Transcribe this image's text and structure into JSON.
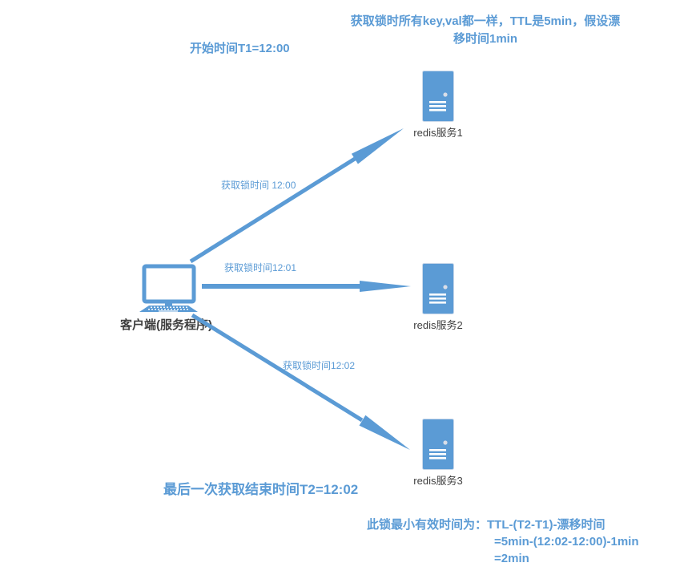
{
  "colors": {
    "accent": "#5B9BD5",
    "label_text": "#404040",
    "icon_fill": "#5B9BD5",
    "icon_border": "#C9D8EA",
    "background": "#FFFFFF"
  },
  "notes": {
    "top_line1": "获取锁时所有key,val都一样，TTL是5min，假设漂",
    "top_line2": "移时间1min",
    "start_time": "开始时间T1=12:00",
    "end_time": "最后一次获取结束时间T2=12:02"
  },
  "validity": {
    "line1": "此锁最小有效时间为：TTL-(T2-T1)-漂移时间",
    "line2": "=5min-(12:02-12:00)-1min",
    "line3": "=2min"
  },
  "client": {
    "label": "客户端(服务程序)"
  },
  "servers": [
    {
      "label": "redis服务1"
    },
    {
      "label": "redis服务2"
    },
    {
      "label": "redis服务3"
    }
  ],
  "arrows": [
    {
      "label": "获取锁时间 12:00"
    },
    {
      "label": "获取锁时间12:01"
    },
    {
      "label": "获取锁时间12:02"
    }
  ]
}
